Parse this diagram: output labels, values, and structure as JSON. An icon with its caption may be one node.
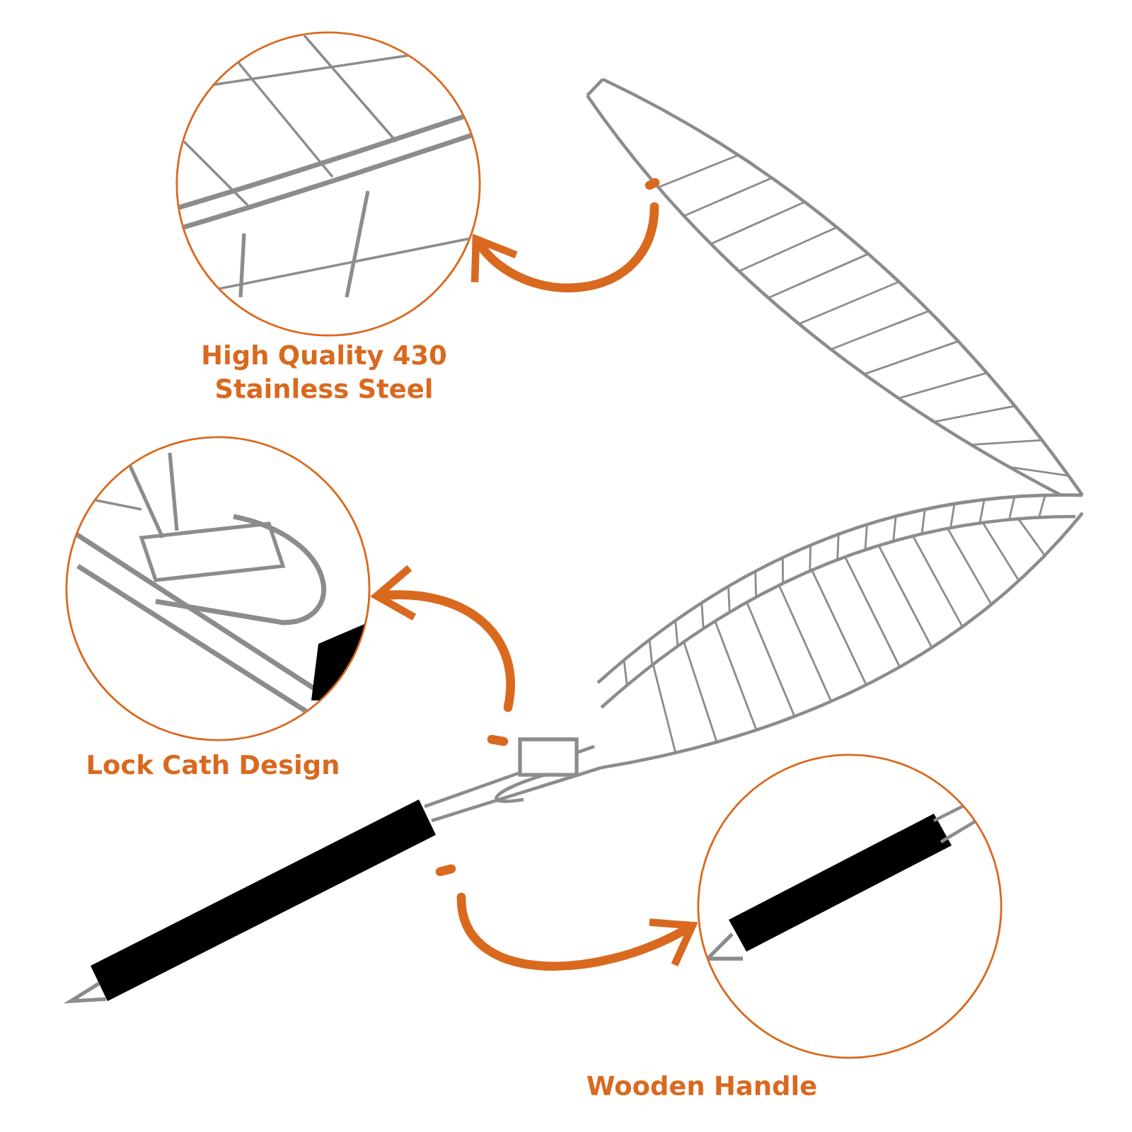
{
  "diagram": {
    "nodes": [
      {
        "text": [
          "High Quality 430 Stainless Steel"
        ]
      },
      {
        "text": [
          "Lock Cath Design"
        ]
      },
      {
        "text": [
          "Wooden Handle"
        ]
      }
    ],
    "edges": [
      {
        "from": null,
        "to": 0,
        "arrow": "to"
      },
      {
        "from": null,
        "to": 1,
        "arrow": "to"
      },
      {
        "from": null,
        "to": 2,
        "arrow": "to"
      }
    ]
  }
}
